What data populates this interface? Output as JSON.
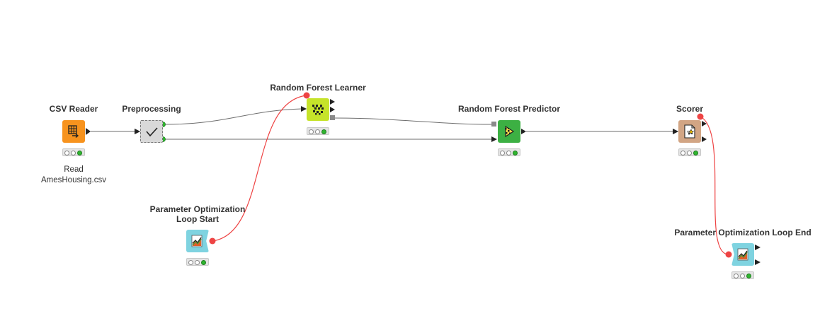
{
  "workflow": {
    "nodes": [
      {
        "id": "csv",
        "title": "CSV Reader",
        "comment": "Read AmesHousing.csv",
        "color": "#f7931e",
        "icon": "table-arrow-icon",
        "status": [
          "idle",
          "idle",
          "executed"
        ]
      },
      {
        "id": "pre",
        "title": "Preprocessing",
        "color": "#d9d9d9",
        "icon": "checkmark-icon",
        "status": []
      },
      {
        "id": "rfl",
        "title": "Random Forest Learner",
        "color": "#c6e32a",
        "icon": "tree-learner-icon",
        "status": [
          "idle",
          "idle",
          "executed"
        ]
      },
      {
        "id": "rfp",
        "title": "Random Forest Predictor",
        "color": "#3cb043",
        "icon": "predictor-icon",
        "status": [
          "idle",
          "idle",
          "executed"
        ]
      },
      {
        "id": "scorer",
        "title": "Scorer",
        "color": "#d2a584",
        "icon": "scorer-icon",
        "status": [
          "idle",
          "idle",
          "executed"
        ]
      },
      {
        "id": "pols",
        "title": "Parameter Optimization Loop Start",
        "color": "#7fd3e0",
        "icon": "chart-loop-icon",
        "status": [
          "idle",
          "idle",
          "executed"
        ]
      },
      {
        "id": "pole",
        "title": "Parameter Optimization Loop End",
        "color": "#7fd3e0",
        "icon": "chart-loop-icon",
        "status": [
          "idle",
          "idle",
          "executed"
        ]
      }
    ],
    "colors": {
      "data_connection": "#6e6e6e",
      "flow_variable_connection": "#ee4444",
      "port_green": "#2fb52f",
      "port_black": "#222222",
      "port_gray": "#8a8a8a"
    }
  }
}
